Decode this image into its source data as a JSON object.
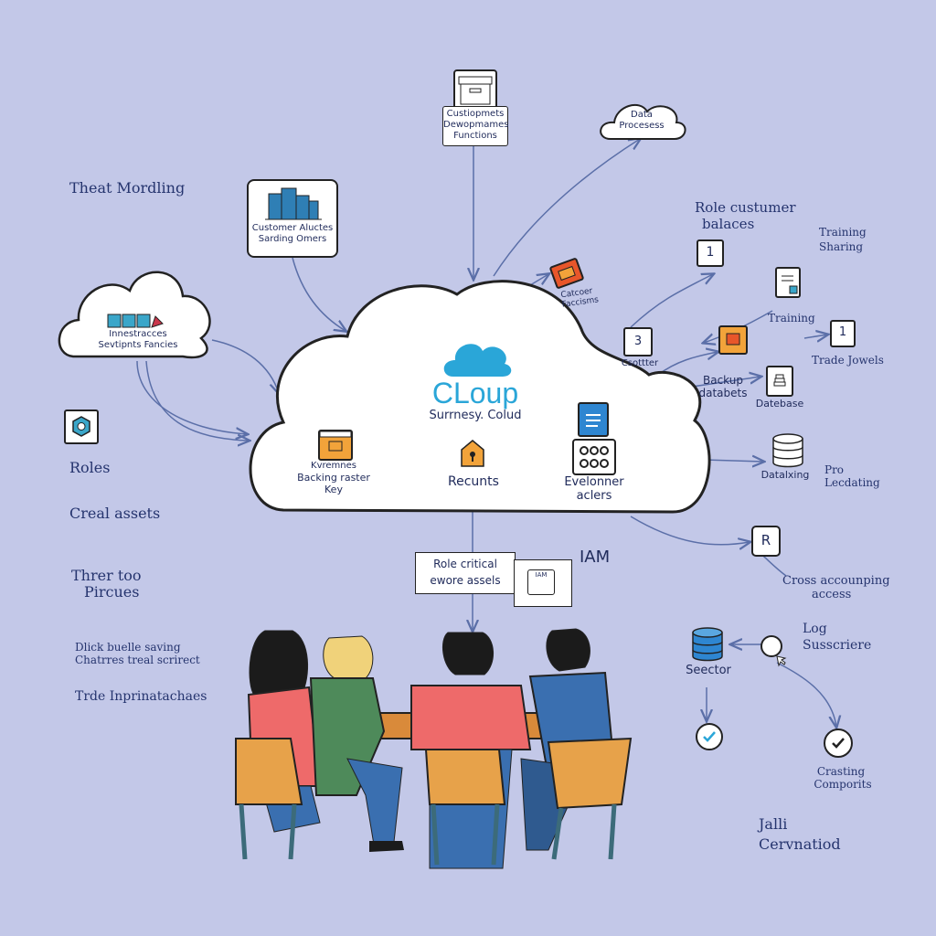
{
  "left_notes": {
    "threat_modeling": "Theat Mordling",
    "roles": "Roles",
    "creal_assets": "Creal assets",
    "threr_too": "Threr too",
    "pircues": "Pircues",
    "dlick_1": "Dlick buelle saving",
    "dlick_2": "Chatrres treal scrirect",
    "trde": "Trde Inprinatachaes"
  },
  "top_box": {
    "line1": "Custiopmets",
    "line2": "Dewopmames",
    "line3": "Functions"
  },
  "data_cloud": {
    "line1": "Data",
    "line2": "Procesess"
  },
  "customer_box": {
    "line1": "Customer Aluctes",
    "line2": "Sarding Omers"
  },
  "left_cloud": {
    "line1": "Innestracces",
    "line2": "Sevtipnts Fancies"
  },
  "main_cloud": {
    "title": "CLoup",
    "subtitle": "Surrnesy. Colud",
    "item1_line1": "Kvremnes",
    "item1_line2": "Backing raster",
    "item1_line3": "Key",
    "item2": "Recunts",
    "item3_line1": "Evelonner",
    "item3_line2": "aclers"
  },
  "cateoer": {
    "line1": "Catcoer",
    "line2": "Faccisms"
  },
  "role_customer": {
    "line1": "Role custumer",
    "line2": "balaces"
  },
  "training_sharing": {
    "line1": "Training",
    "line2": "Sharing"
  },
  "training": "Training",
  "trade_jowels": "Trade Jowels",
  "calendar_num": "3",
  "csottter": "Csottter",
  "backup": {
    "line1": "Backup",
    "line2": "databets"
  },
  "database": "Datebase",
  "icon_num_1": "1",
  "icon_num_2": "1",
  "datalxing": "Datalxing",
  "pro_lecdating": {
    "line1": "Pro",
    "line2": "Lecdating"
  },
  "r_icon": "R",
  "cross_access": {
    "line1": "Cross accounping",
    "line2": "access"
  },
  "log_subscriere": {
    "line1": "Log",
    "line2": "Susscriere"
  },
  "seector": "Seector",
  "crasting": {
    "line1": "Crasting",
    "line2": "Comporits"
  },
  "jalli": {
    "line1": "Jalli",
    "line2": "Cervnatiod"
  },
  "role_critical": {
    "line1": "Role critical",
    "line2": "ewore assels"
  },
  "iam": "IAM",
  "iam_card": "IAM"
}
